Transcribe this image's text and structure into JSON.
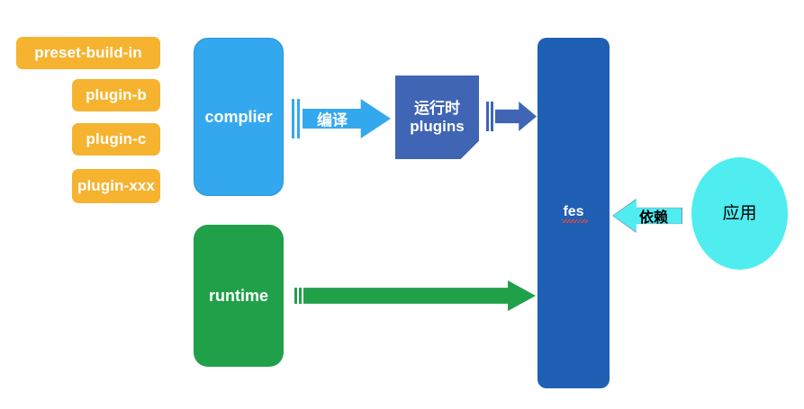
{
  "diagram": {
    "title": "fes architecture diagram",
    "colors": {
      "orange": "#F6B330",
      "light_blue": "#34A8EE",
      "medium_blue": "#3F65B4",
      "dark_blue": "#1F5FB4",
      "green": "#21A04A",
      "cyan": "#4FEDF0",
      "background": "#FFFFFF"
    },
    "plugins": [
      {
        "label": "preset-build-in"
      },
      {
        "label": "plugin-b"
      },
      {
        "label": "plugin-c"
      },
      {
        "label": "plugin-xxx"
      }
    ],
    "nodes": {
      "complier": "complier",
      "runtime": "runtime",
      "runtime_plugins_line1": "运行时",
      "runtime_plugins_line2": "plugins",
      "fes": "fes",
      "app": "应用"
    },
    "arrows": {
      "compile_label": "编译",
      "depend_label": "依赖",
      "to_fes_label": "",
      "runtime_label": ""
    }
  }
}
